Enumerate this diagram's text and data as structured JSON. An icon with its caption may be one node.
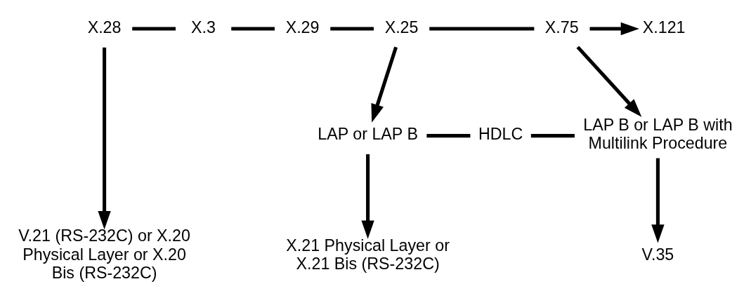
{
  "diagram": {
    "nodes": [
      {
        "text": [
          "X.28"
        ]
      },
      {
        "text": [
          "X.3"
        ]
      },
      {
        "text": [
          "X.29"
        ]
      },
      {
        "text": [
          "X.25"
        ]
      },
      {
        "text": [
          "X.75"
        ]
      },
      {
        "text": [
          "X.121"
        ]
      },
      {
        "text": [
          "LAP or LAP B"
        ]
      },
      {
        "text": [
          "HDLC"
        ]
      },
      {
        "text": [
          "LAP B or LAP B with Multilink Procedure"
        ]
      },
      {
        "text": [
          "V.21 (RS-232C) or X.20 Physical Layer or X.20 Bis (RS-232C)"
        ]
      },
      {
        "text": [
          "X.21 Physical Layer or X.21 Bis (RS-232C)"
        ]
      },
      {
        "text": [
          "V.35"
        ]
      }
    ],
    "edges": [
      {
        "from": 0,
        "to": 1,
        "arrow": "none"
      },
      {
        "from": 1,
        "to": 2,
        "arrow": "none"
      },
      {
        "from": 2,
        "to": 3,
        "arrow": "none"
      },
      {
        "from": 3,
        "to": 4,
        "arrow": "none"
      },
      {
        "from": 4,
        "to": 5,
        "arrow": "to"
      },
      {
        "from": 0,
        "to": 9,
        "arrow": "to"
      },
      {
        "from": 3,
        "to": 6,
        "arrow": "to"
      },
      {
        "from": 4,
        "to": 8,
        "arrow": "to"
      },
      {
        "from": 6,
        "to": 7,
        "arrow": "none"
      },
      {
        "from": 7,
        "to": 8,
        "arrow": "none"
      },
      {
        "from": 6,
        "to": 10,
        "arrow": "to"
      },
      {
        "from": 8,
        "to": 11,
        "arrow": "to"
      }
    ]
  }
}
